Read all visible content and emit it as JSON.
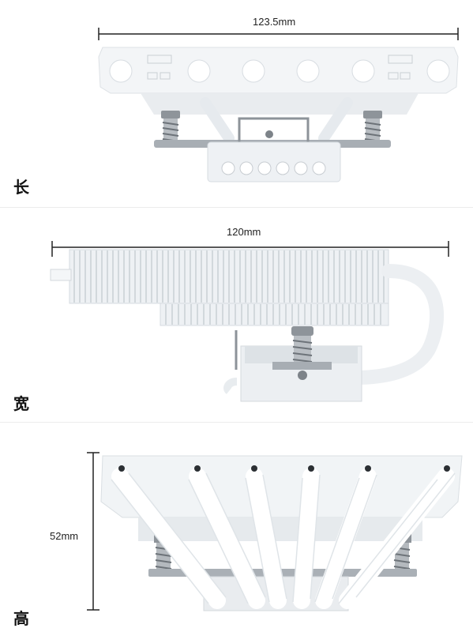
{
  "sections": [
    {
      "label": "长",
      "dimension": "123.5mm"
    },
    {
      "label": "宽",
      "dimension": "120mm"
    },
    {
      "label": "高",
      "dimension": "52mm"
    }
  ],
  "colors": {
    "heatsink": "#f4f6f8",
    "shade": "#dfe3e7",
    "metal": "#9aa0a6",
    "dim_line": "#222222"
  }
}
